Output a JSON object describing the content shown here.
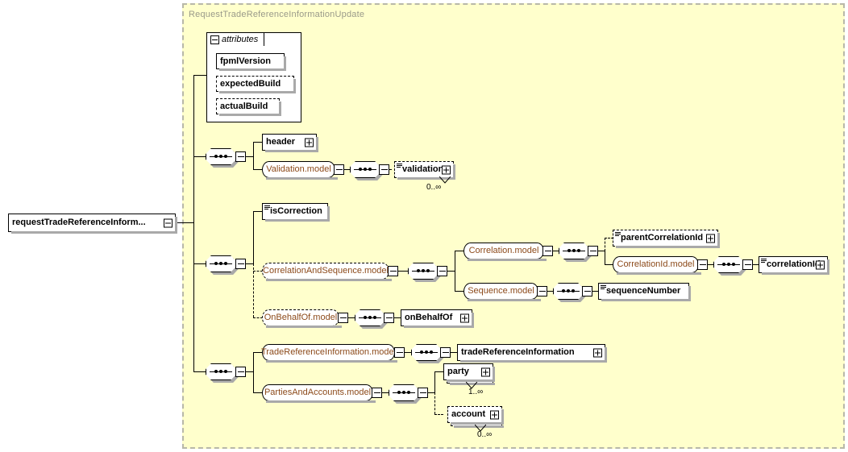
{
  "diagram": {
    "kind": "xml-schema-diagram",
    "root_element": {
      "label": "requestTradeReferenceInform...",
      "expander": "minus"
    },
    "panel_title": "RequestTradeReferenceInformationUpdate",
    "colors": {
      "panel_background": "#ffffcc",
      "panel_border": "#b8b8a8",
      "panel_title_text": "#9a9a8a",
      "model_group_text": "#8c4a1a",
      "node_border": "#000000",
      "node_background": "#ffffff",
      "shadow": "#a9a9a9"
    },
    "attributes_group": {
      "tab_label": "attributes",
      "tab_expander": "minus",
      "items": [
        {
          "label": "fpmlVersion",
          "required": true
        },
        {
          "label": "expectedBuild",
          "required": false
        },
        {
          "label": "actualBuild",
          "required": false
        }
      ]
    },
    "sequences": [
      {
        "name": "header-sequence",
        "expander": "minus",
        "children": [
          {
            "label": "header",
            "type": "element",
            "required": true,
            "expander": "plus"
          },
          {
            "label": "Validation.model",
            "type": "model-group",
            "required": true,
            "expander": "minus",
            "sequence": {
              "expander": "minus",
              "children": [
                {
                  "label": "validation",
                  "type": "element",
                  "required": false,
                  "expander": "plus",
                  "occurs": "0..∞"
                }
              ]
            }
          }
        ]
      },
      {
        "name": "correlation-sequence",
        "expander": "minus",
        "children": [
          {
            "label": "isCorrection",
            "type": "element",
            "required": true,
            "expander": "none"
          },
          {
            "label": "CorrelationAndSequence.model",
            "type": "model-group",
            "required": false,
            "expander": "minus",
            "sequence": {
              "expander": "minus",
              "children": [
                {
                  "label": "Correlation.model",
                  "type": "model-group",
                  "required": true,
                  "expander": "minus",
                  "sequence": {
                    "expander": "minus",
                    "children": [
                      {
                        "label": "parentCorrelationId",
                        "type": "element",
                        "required": false,
                        "expander": "plus"
                      },
                      {
                        "label": "CorrelationId.model",
                        "type": "model-group",
                        "required": true,
                        "expander": "minus",
                        "sequence": {
                          "expander": "minus",
                          "children": [
                            {
                              "label": "correlationId",
                              "type": "element",
                              "required": true,
                              "expander": "plus"
                            }
                          ]
                        }
                      }
                    ]
                  }
                },
                {
                  "label": "Sequence.model",
                  "type": "model-group",
                  "required": true,
                  "expander": "minus",
                  "sequence": {
                    "expander": "minus",
                    "children": [
                      {
                        "label": "sequenceNumber",
                        "type": "element",
                        "required": true,
                        "expander": "none"
                      }
                    ]
                  }
                }
              ]
            }
          },
          {
            "label": "OnBehalfOf.model",
            "type": "model-group",
            "required": false,
            "expander": "minus",
            "sequence": {
              "expander": "minus",
              "children": [
                {
                  "label": "onBehalfOf",
                  "type": "element",
                  "required": true,
                  "expander": "plus"
                }
              ]
            }
          }
        ]
      },
      {
        "name": "trade-sequence",
        "expander": "minus",
        "children": [
          {
            "label": "TradeReferenceInformation.model",
            "type": "model-group",
            "required": true,
            "expander": "minus",
            "sequence": {
              "expander": "minus",
              "children": [
                {
                  "label": "tradeReferenceInformation",
                  "type": "element",
                  "required": true,
                  "expander": "plus"
                }
              ]
            }
          },
          {
            "label": "PartiesAndAccounts.model",
            "type": "model-group",
            "required": true,
            "expander": "minus",
            "sequence": {
              "expander": "minus",
              "children": [
                {
                  "label": "party",
                  "type": "element",
                  "required": true,
                  "expander": "plus",
                  "occurs": "1..∞",
                  "repeated": true
                },
                {
                  "label": "account",
                  "type": "element",
                  "required": false,
                  "expander": "plus",
                  "occurs": "0..∞",
                  "repeated": true
                }
              ]
            }
          }
        ]
      }
    ]
  }
}
